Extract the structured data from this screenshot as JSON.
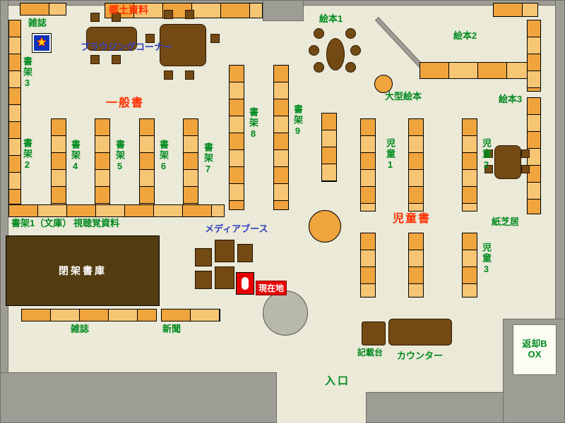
{
  "labels": {
    "magazines_top": "雑誌",
    "local_materials": "郷土資料",
    "browsing_corner": "ブラウジングコーナー",
    "picture_books_1": "絵本1",
    "picture_books_2": "絵本2",
    "picture_books_3": "絵本3",
    "large_picture_books": "大型絵本",
    "shelf_2": "書架2",
    "shelf_3": "書架3",
    "shelf_4": "書架4",
    "shelf_5": "書架5",
    "shelf_6": "書架6",
    "shelf_7": "書架7",
    "shelf_8": "書架8",
    "shelf_9": "書架9",
    "general_books": "一般書",
    "children_1": "児童1",
    "children_2": "児童2",
    "children_3": "児童3",
    "children_books": "児童書",
    "kamishibai": "紙芝居",
    "shelf_1_bunko": "書架1（文庫）",
    "audiovisual_materials": "視聴覚資料",
    "media_booth": "メディアブース",
    "closed_stacks": "閉架書庫",
    "current_location": "現在地",
    "magazines_bottom": "雑誌",
    "newspapers": "新聞",
    "writing_desk": "記載台",
    "counter": "カウンター",
    "entrance": "入口",
    "return_box": "返却BOX"
  },
  "icons": {
    "star": "★"
  },
  "colors": {
    "floor": "#ebe9d8",
    "wall": "#9d9d95",
    "shelf": "#efa43d",
    "shelf_light": "#f7c675",
    "furniture": "#744a14",
    "closed_stacks": "#523c10",
    "label_green": "#008a1e",
    "label_red": "#ff3000",
    "label_blue": "#2f3fbe",
    "current_bg": "#e80000",
    "pillar": "#b9b9a9",
    "marker_blue": "#1133bb"
  }
}
